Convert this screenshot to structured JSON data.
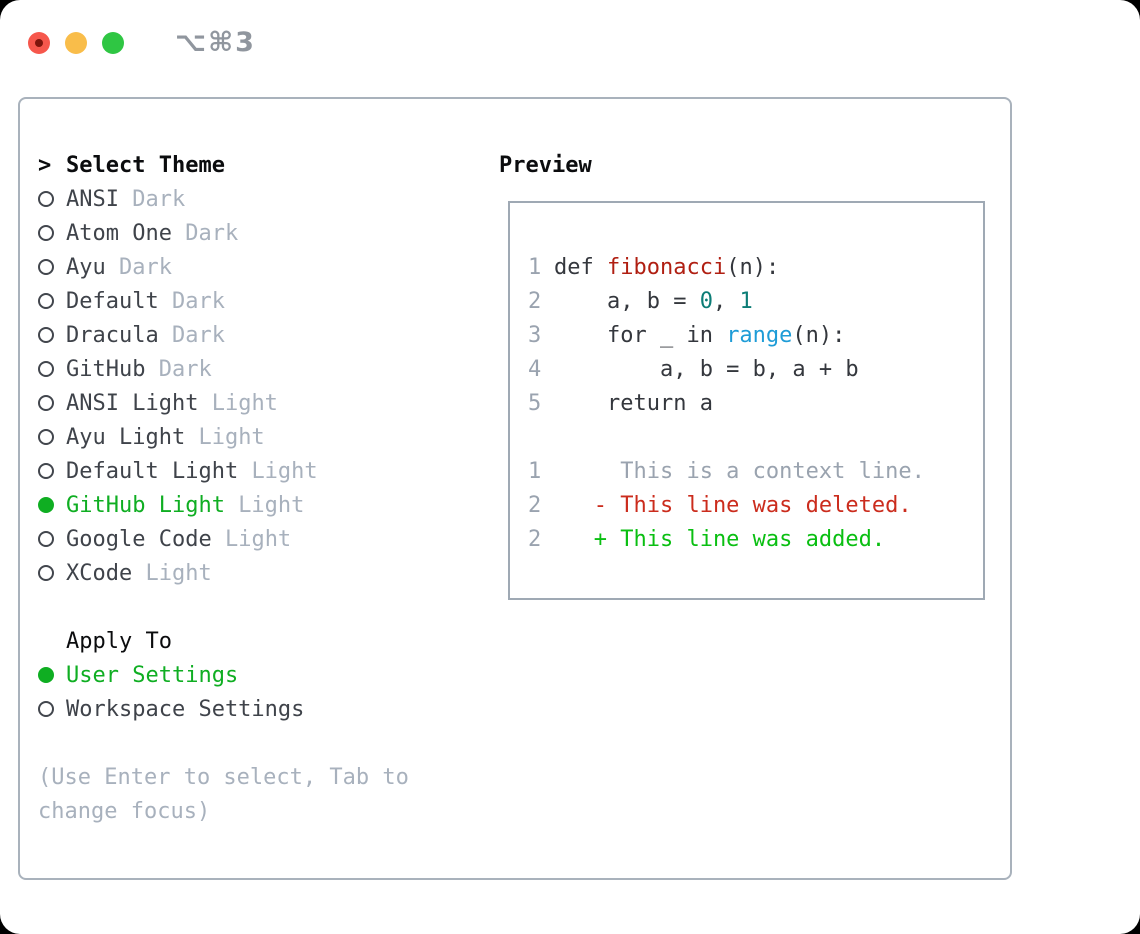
{
  "titlebar": {
    "shortcut": "⌥⌘3"
  },
  "colors": {
    "selection_green": "#0fae22",
    "added_green": "#0abf12",
    "deleted_red": "#cb2c1d",
    "function_red": "#b01f12",
    "number_teal": "#0c7d76",
    "builtin_blue": "#1e9cd7",
    "muted_gray": "#a8b1bd",
    "code_dark": "#34373d",
    "traffic_red": "#f6574c",
    "traffic_yellow": "#f9bd4a",
    "traffic_green": "#2fc643"
  },
  "theme_list": {
    "prompt": ">",
    "title": "Select Theme",
    "items": [
      {
        "name": "ANSI",
        "variant": "Dark",
        "selected": false
      },
      {
        "name": "Atom One",
        "variant": "Dark",
        "selected": false
      },
      {
        "name": "Ayu",
        "variant": "Dark",
        "selected": false
      },
      {
        "name": "Default",
        "variant": "Dark",
        "selected": false
      },
      {
        "name": "Dracula",
        "variant": "Dark",
        "selected": false
      },
      {
        "name": "GitHub",
        "variant": "Dark",
        "selected": false
      },
      {
        "name": "ANSI Light",
        "variant": "Light",
        "selected": false
      },
      {
        "name": "Ayu Light",
        "variant": "Light",
        "selected": false
      },
      {
        "name": "Default Light",
        "variant": "Light",
        "selected": false
      },
      {
        "name": "GitHub Light",
        "variant": "Light",
        "selected": true
      },
      {
        "name": "Google Code",
        "variant": "Light",
        "selected": false
      },
      {
        "name": "XCode",
        "variant": "Light",
        "selected": false
      }
    ]
  },
  "apply_to": {
    "title": "Apply To",
    "options": [
      {
        "label": "User Settings",
        "selected": true
      },
      {
        "label": "Workspace Settings",
        "selected": false
      }
    ]
  },
  "hint": {
    "line1": "(Use Enter to select, Tab to",
    "line2": "change focus)"
  },
  "preview": {
    "title": "Preview",
    "code_lines": [
      {
        "num": "1",
        "segments": [
          [
            "def ",
            "code"
          ],
          [
            "fibonacci",
            "function"
          ],
          [
            "(n):",
            "code"
          ]
        ]
      },
      {
        "num": "2",
        "segments": [
          [
            "    a, b = ",
            "code"
          ],
          [
            "0",
            "number"
          ],
          [
            ", ",
            "code"
          ],
          [
            "1",
            "number"
          ]
        ]
      },
      {
        "num": "3",
        "segments": [
          [
            "    for _ in ",
            "code"
          ],
          [
            "range",
            "builtin"
          ],
          [
            "(n):",
            "code"
          ]
        ]
      },
      {
        "num": "4",
        "segments": [
          [
            "        a, b = b, a + b",
            "code"
          ]
        ]
      },
      {
        "num": "5",
        "segments": [
          [
            "    return a",
            "code"
          ]
        ]
      },
      {
        "num": "",
        "segments": []
      },
      {
        "num": "1",
        "segments": [
          [
            "     This is a context line.",
            "context"
          ]
        ]
      },
      {
        "num": "2",
        "segments": [
          [
            "   - This line was deleted.",
            "deleted"
          ]
        ]
      },
      {
        "num": "2",
        "segments": [
          [
            "   + This line was added.",
            "added"
          ]
        ]
      }
    ]
  }
}
